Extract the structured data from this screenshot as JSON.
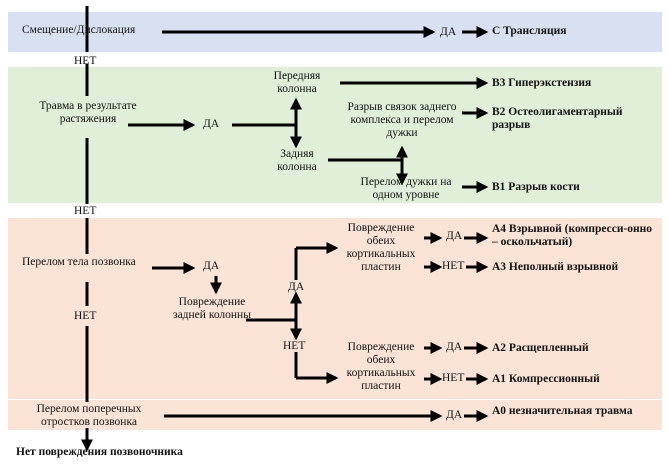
{
  "colors": {
    "band_blue": "#d9e0f2",
    "band_green": "#e1efd9",
    "band_orange": "#fbe3d5",
    "line": "#000000"
  },
  "diagram": {
    "row_c": {
      "question": "Смещение/Дислокация",
      "yes": "ДА",
      "result": "C Трансляция",
      "no": "НЕТ"
    },
    "row_b": {
      "question": "Травма в результате растяжения",
      "yes": "ДА",
      "anterior": "Передняя колонна",
      "posterior": "Задняя колонна",
      "ligament": "Разрыв связок заднего комплекса и перелом дужки",
      "arch": "Перелом дужки на одном уровне",
      "b3": "B3 Гиперэкстензия",
      "b2": "B2 Остеолигаментарный разрыв",
      "b1": "B1 Разрыв кости",
      "no": "НЕТ"
    },
    "row_a": {
      "question": "Перелом тела позвонка",
      "yes": "ДА",
      "posterior_damage": "Повреждение задней колонны",
      "da_mid": "ДА",
      "net_mid": "НЕТ",
      "endplates_upper": "Повреждение обеих кортикальных пластин",
      "endplates_lower": "Повреждение обеих кортикальных пластин",
      "yes_a4": "ДА",
      "no_a3": "НЕТ",
      "yes_a2": "ДА",
      "no_a1": "НЕТ",
      "a4": "А4 Взрывной (компресси-онно – оскольчатый)",
      "a3": "А3 Неполный взрывной",
      "a2": "А2 Расщепленный",
      "a1": "А1 Компрессионный",
      "no": "НЕТ"
    },
    "row_a0": {
      "question": "Перелом поперечных отростков позвонка",
      "yes": "ДА",
      "result": "А0 незначительная травма"
    },
    "final": "Нет повреждения позвоночника"
  }
}
